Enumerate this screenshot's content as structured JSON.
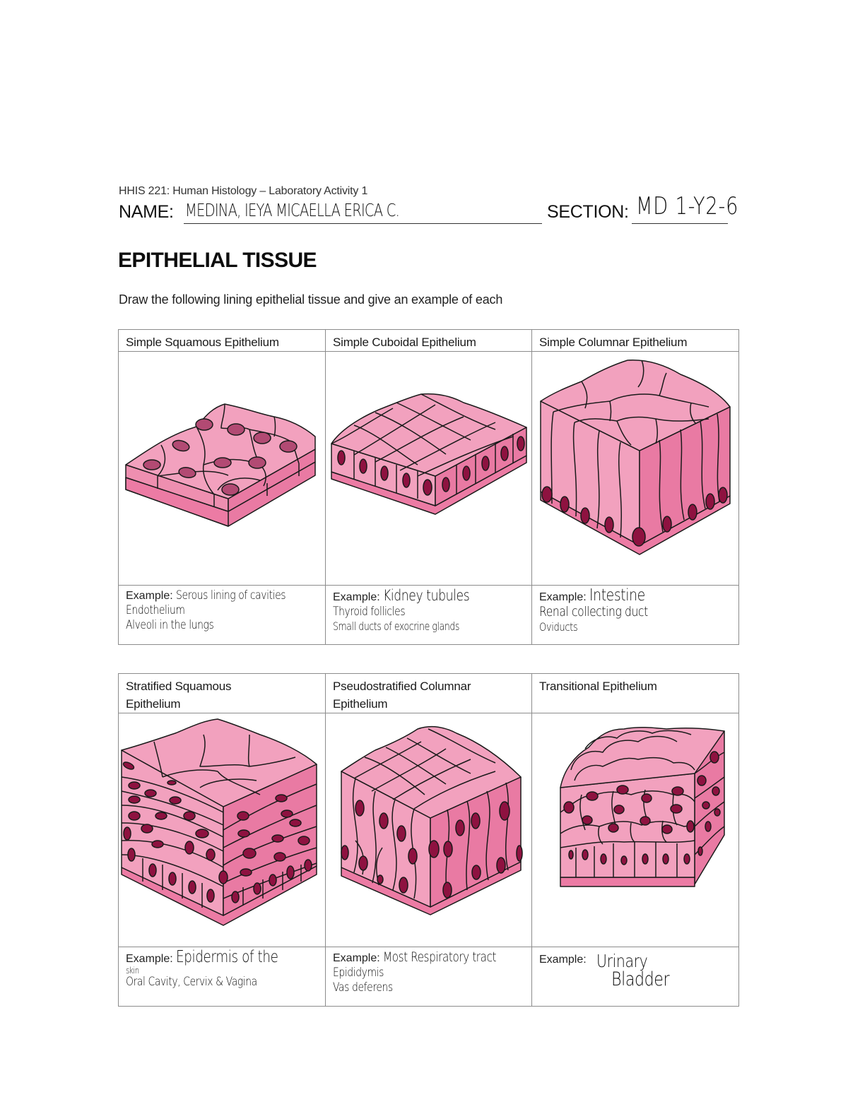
{
  "header": {
    "course_title": "HHIS 221: Human Histology – Laboratory Activity 1",
    "name_label": "NAME:",
    "name_value": "MEDINA, IEYA MICAELLA ERICA C.",
    "section_label": "SECTION:",
    "section_value": "MD 1-Y2-6"
  },
  "page_title": "EPITHELIAL TISSUE",
  "instructions": "Draw the following lining epithelial tissue and give an example of each",
  "example_label": "Example:",
  "colors": {
    "cell_light": "#f2a1be",
    "cell_mid": "#ee8fb0",
    "cell_dark": "#e97aa3",
    "basement": "#ec7ba4",
    "nucleus": "#8e1240",
    "nucleus_squamous": "#b24a73",
    "outline": "#1a1a1a",
    "table_border": "#8c8c8c"
  },
  "table1": {
    "columns": [
      {
        "heading": "Simple Squamous Epithelium",
        "drawing": "simple-squamous-epithelium-drawing",
        "examples": [
          "Serous lining of cavities",
          "Endothelium",
          "Alveoli in the lungs"
        ]
      },
      {
        "heading": "Simple Cuboidal Epithelium",
        "drawing": "simple-cuboidal-epithelium-drawing",
        "examples": [
          "Kidney tubules",
          "Thyroid follicles",
          "Small ducts of exocrine glands"
        ]
      },
      {
        "heading": "Simple Columnar Epithelium",
        "drawing": "simple-columnar-epithelium-drawing",
        "examples": [
          "Intestine",
          "Renal collecting duct",
          "Oviducts"
        ]
      }
    ]
  },
  "table2": {
    "columns": [
      {
        "heading_line1": "Stratified Squamous",
        "heading_line2": "Epithelium",
        "drawing": "stratified-squamous-epithelium-drawing",
        "examples": [
          "Epidermis of the",
          "skin",
          "Oral Cavity, Cervix & Vagina"
        ]
      },
      {
        "heading_line1": "Pseudostratified Columnar",
        "heading_line2": "Epithelium",
        "drawing": "pseudostratified-columnar-epithelium-drawing",
        "examples": [
          "Most Respiratory tract",
          "Epididymis",
          "Vas deferens"
        ]
      },
      {
        "heading_line1": "Transitional Epithelium",
        "heading_line2": "",
        "drawing": "transitional-epithelium-drawing",
        "examples": [
          "Urinary",
          "Bladder"
        ]
      }
    ]
  }
}
